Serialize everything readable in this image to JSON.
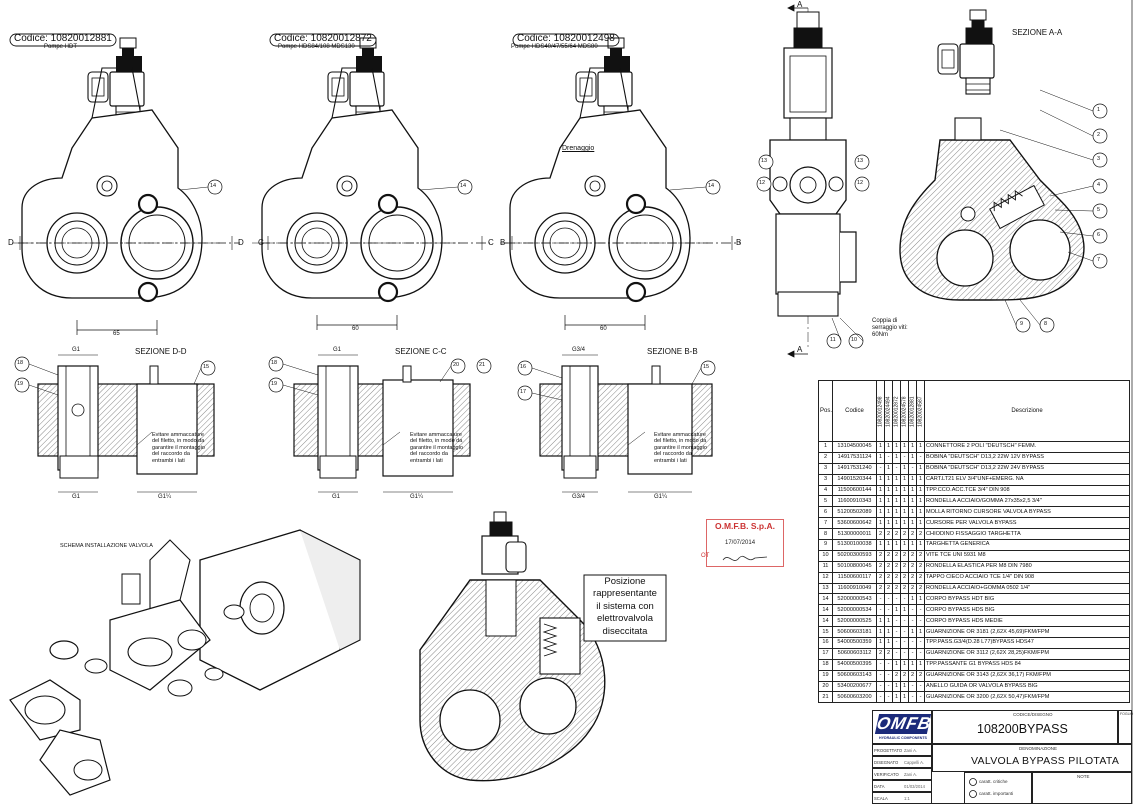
{
  "codes": [
    {
      "code": "Codice: 10820012881",
      "pump": "Pompe HDT"
    },
    {
      "code": "Codice: 10820012872",
      "pump": "Pompe HDS84/108 MDS130"
    },
    {
      "code": "Codice: 10820012498",
      "pump": "Pompe HDS40/47/55/64 MDS80"
    }
  ],
  "labels": {
    "drenaggio": "Drenaggio",
    "sezione_aa": "SEZIONE A-A",
    "sezione_dd": "SEZIONE D-D",
    "sezione_cc": "SEZIONE C-C",
    "sezione_bb": "SEZIONE B-B",
    "schema": "SCHEMA INSTALLAZIONE VALVOLA",
    "coppia": [
      "Coppia di",
      "serraggio viti:",
      "60Nm"
    ],
    "note": [
      "Evitare ammaccature",
      "del filetto, in modo da",
      "garantire il montaggio",
      "del raccordo da",
      "entrambi i lati"
    ],
    "posizione": [
      "Posizione",
      "rappresentante",
      "il sistema con",
      "elettrovalvola",
      "diseccitata"
    ],
    "dims": {
      "d65": "65",
      "d60a": "60",
      "d60b": "60"
    },
    "threads": {
      "g1": "G1",
      "g114": "G1¼",
      "g34": "G3/4"
    },
    "section_letters": {
      "a": "A",
      "b": "B",
      "c": "C",
      "d": "D"
    }
  },
  "balloons": [
    "1",
    "2",
    "3",
    "4",
    "5",
    "6",
    "7",
    "8",
    "9",
    "10",
    "11",
    "12",
    "13",
    "14",
    "15",
    "16",
    "17",
    "18",
    "19",
    "20",
    "21"
  ],
  "stamp": {
    "company": "O.M.F.B. S.p.A.",
    "date": "17/07/2014",
    "sign": "OT"
  },
  "bom": {
    "headers": {
      "pos": "Pos.",
      "codice": "Codice",
      "descrizione": "Descrizione"
    },
    "variants": [
      "10820012498",
      "10820024494",
      "10820012872",
      "10820024578",
      "10820012881",
      "10820024587"
    ],
    "rows": [
      [
        "1",
        "13104500045",
        "1",
        "1",
        "1",
        "1",
        "1",
        "1",
        "CONNETTORE 2 POLI \"DEUTSCH\" FEMM."
      ],
      [
        "2",
        "14917531124",
        "1",
        "-",
        "1",
        "-",
        "1",
        "-",
        "BOBINA \"DEUTSCH\" D13,2 22W 12V BYPASS"
      ],
      [
        "3",
        "14917531240",
        "-",
        "1",
        "-",
        "1",
        "-",
        "1",
        "BOBINA \"DEUTSCH\" D13,2 22W 24V BYPASS"
      ],
      [
        "3",
        "14901520344",
        "1",
        "1",
        "1",
        "1",
        "1",
        "1",
        "CART.LT21 ELV 3/4\"UNF+EMERG. NA"
      ],
      [
        "4",
        "11500600144",
        "1",
        "1",
        "1",
        "1",
        "1",
        "1",
        "TPP.CCO.ACC.TCE 3/4\" DIN 908"
      ],
      [
        "5",
        "11600910343",
        "1",
        "1",
        "1",
        "1",
        "1",
        "1",
        "RONDELLA ACCIAIO/GOMMA 27x35x2,5 3/4\""
      ],
      [
        "6",
        "51200502089",
        "1",
        "1",
        "1",
        "1",
        "1",
        "1",
        "MOLLA RITORNO CURSORE VALVOLA BYPASS"
      ],
      [
        "7",
        "53600600642",
        "1",
        "1",
        "1",
        "1",
        "1",
        "1",
        "CURSORE PER VALVOLA BYPASS"
      ],
      [
        "8",
        "51300000011",
        "2",
        "2",
        "2",
        "2",
        "2",
        "2",
        "CHIODINO FISSAGGIO TARGHETTA"
      ],
      [
        "9",
        "51300100038",
        "1",
        "1",
        "1",
        "1",
        "1",
        "1",
        "TARGHETTA GENERICA"
      ],
      [
        "10",
        "50200300593",
        "2",
        "2",
        "2",
        "2",
        "2",
        "2",
        "VITE TCE UNI 5931 M8"
      ],
      [
        "11",
        "50100800045",
        "2",
        "2",
        "2",
        "2",
        "2",
        "2",
        "RONDELLA ELASTICA PER M8 DIN 7980"
      ],
      [
        "12",
        "11500600117",
        "2",
        "2",
        "2",
        "2",
        "2",
        "2",
        "TAPPO CIECO ACCIAIO TCE 1/4\" DIN 908"
      ],
      [
        "13",
        "11600910049",
        "2",
        "2",
        "2",
        "2",
        "2",
        "2",
        "RONDELLA ACCIAIO+GOMMA 0502 1/4\""
      ],
      [
        "14",
        "52000000543",
        "-",
        "-",
        "-",
        "-",
        "1",
        "1",
        "CORPO BYPASS HDT BIG"
      ],
      [
        "14",
        "52000000534",
        "-",
        "-",
        "1",
        "1",
        "-",
        "-",
        "CORPO BYPASS HDS BIG"
      ],
      [
        "14",
        "52000000525",
        "1",
        "1",
        "-",
        "-",
        "-",
        "-",
        "CORPO BYPASS HDS MEDIE"
      ],
      [
        "15",
        "50600603181",
        "1",
        "1",
        "-",
        "-",
        "1",
        "1",
        "GUARNIZIONE OR 3181 (2,62X 45,69)FKM/FPM"
      ],
      [
        "16",
        "54000500359",
        "1",
        "1",
        "-",
        "-",
        "-",
        "-",
        "TPP.PASS.G3/4(D.28 L77)BYPASS HDS47"
      ],
      [
        "17",
        "50600603112",
        "2",
        "2",
        "-",
        "-",
        "-",
        "-",
        "GUARNIZIONE OR 3112 (2,62X 28,25)FKM/FPM"
      ],
      [
        "18",
        "54000500395",
        "-",
        "-",
        "1",
        "1",
        "1",
        "1",
        "TPP.PASSANTE G1 BYPASS HDS 84"
      ],
      [
        "19",
        "50600603143",
        "-",
        "-",
        "2",
        "2",
        "2",
        "2",
        "GUARNIZIONE OR 3143 (2,62X 36,17) FKM/FPM"
      ],
      [
        "20",
        "53400200677",
        "-",
        "-",
        "1",
        "1",
        "-",
        "-",
        "ANELLO GUIDA OR VALVOLA BYPASS BIG"
      ],
      [
        "21",
        "50600603200",
        "-",
        "-",
        "1",
        "1",
        "-",
        "-",
        "GUARNIZIONE OR 3200 (2,62X 50,47)FKM/FPM"
      ]
    ]
  },
  "titleblock": {
    "logo": "OMFB",
    "logo_sub": "HYDRAULIC COMPONENTS",
    "code_caption": "CODICE/DISEGNO",
    "code": "108200BYPASS",
    "name_caption": "DENOMINAZIONE",
    "name": "VALVOLA BYPASS PILOTATA",
    "rows": [
      {
        "k": "PROGETTATO",
        "v": "Zani A."
      },
      {
        "k": "DISEGNATO",
        "v": "Cappelli A."
      },
      {
        "k": "VERIFICATO",
        "v": "Zani A."
      },
      {
        "k": "DATA",
        "v": "01/03/2014"
      },
      {
        "k": "SCALA",
        "v": "1:1"
      }
    ],
    "legend": [
      "caratt. critiche",
      "caratt. importanti"
    ],
    "note_caption": "NOTE",
    "foglio_caption": "FOGLIO"
  },
  "colors": {
    "line": "#1a1a1a",
    "hatch": "#555555",
    "stamp": "#cc3333",
    "logo_blue": "#1b2a7a"
  }
}
